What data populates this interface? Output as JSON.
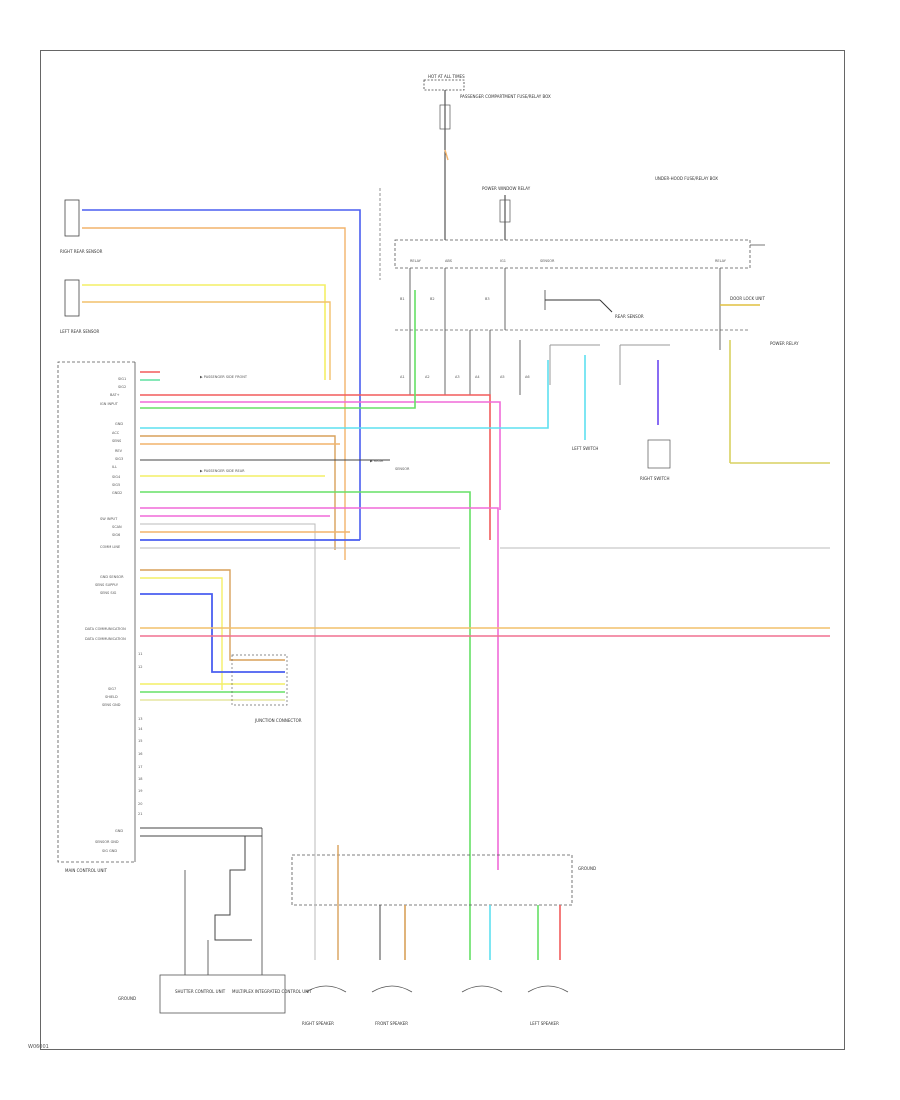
{
  "page": {
    "code": "W06001"
  },
  "colors": {
    "blue": "#4a5ef0",
    "orange": "#f2b36b",
    "yellow": "#f4ef66",
    "green": "#66e066",
    "red": "#f25c5c",
    "pink": "#f06ad8",
    "cyan": "#5ee0f0",
    "tan": "#d9a15a",
    "violet": "#7b5cf2",
    "gray": "#9a9a9a",
    "black": "#333333"
  },
  "components": {
    "main_fuse": "HOT AT ALL TIMES",
    "fuse_box": "PASSENGER COMPARTMENT FUSE/RELAY BOX",
    "fuse_box_right": "UNDER-HOOD FUSE/RELAY BOX",
    "relay_box": "POWER WINDOW RELAY",
    "front_right_sensor": "RIGHT REAR SENSOR",
    "front_left_sensor": "LEFT REAR SENSOR",
    "control_unit": "MAIN CONTROL UNIT",
    "bottom_module": "MULTIPLEX INTEGRATED CONTROL UNIT",
    "junction": "JUNCTION CONNECTOR",
    "sw_left": "LEFT SWITCH",
    "sw_right": "RIGHT SWITCH",
    "lower_box": "SHUTTER CONTROL UNIT",
    "g1": "GROUND",
    "g2": "GROUND",
    "speaker_right": "RIGHT SPEAKER",
    "speaker_mid": "FRONT SPEAKER",
    "speaker_left": "LEFT SPEAKER",
    "sensor_rear": "REAR SENSOR",
    "door_lock": "DOOR LOCK UNIT",
    "bottom_relay": "POWER RELAY"
  }
}
